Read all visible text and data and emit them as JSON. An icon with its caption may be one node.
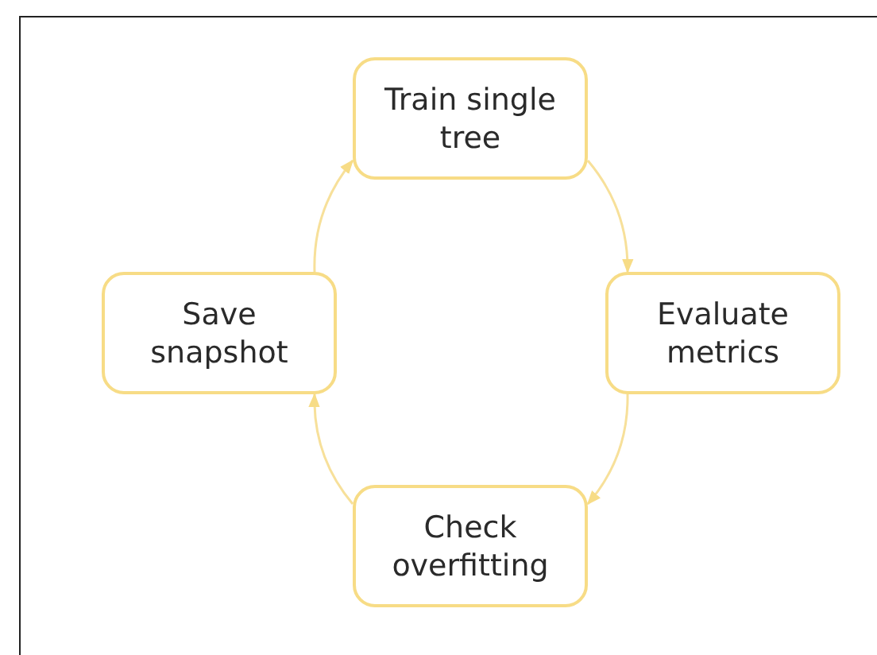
{
  "diagram": {
    "nodes": [
      {
        "text": [
          "Train single tree"
        ]
      },
      {
        "text": [
          "Evaluate metrics"
        ]
      },
      {
        "text": [
          "Check overfitting"
        ]
      },
      {
        "text": [
          "Save snapshot"
        ]
      }
    ],
    "edges": [
      {
        "from": 0,
        "to": 1,
        "arrow": "to"
      },
      {
        "from": 1,
        "to": 2,
        "arrow": "to"
      },
      {
        "from": 2,
        "to": 3,
        "arrow": "to"
      },
      {
        "from": 3,
        "to": 0,
        "arrow": "to"
      }
    ]
  }
}
